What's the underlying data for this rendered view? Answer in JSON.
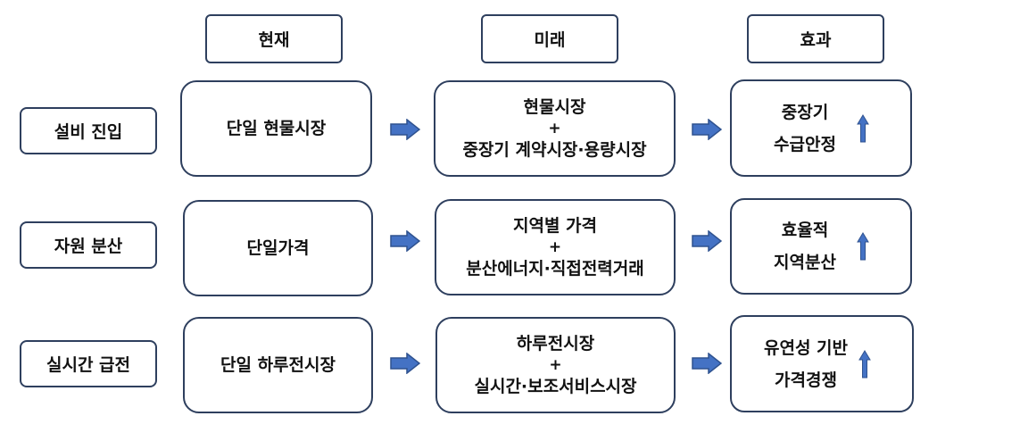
{
  "headers": {
    "current": "현재",
    "future": "미래",
    "effect": "효과"
  },
  "rows": [
    {
      "label": "설비 진입",
      "current": "단일 현물시장",
      "future": {
        "line1": "현물시장",
        "plus": "+",
        "line2": "중장기 계약시장·용량시장"
      },
      "effect": {
        "line1": "중장기",
        "line2": "수급안정"
      }
    },
    {
      "label": "자원 분산",
      "current": "단일가격",
      "future": {
        "line1": "지역별 가격",
        "plus": "+",
        "line2": "분산에너지·직접전력거래"
      },
      "effect": {
        "line1": "효율적",
        "line2": "지역분산"
      }
    },
    {
      "label": "실시간 급전",
      "current": "단일 하루전시장",
      "future": {
        "line1": "하루전시장",
        "plus": "+",
        "line2": "실시간·보조서비스시장"
      },
      "effect": {
        "line1": "유연성 기반",
        "line2": "가격경쟁"
      }
    }
  ],
  "colors": {
    "border": "#2e3f5e",
    "arrow": "#4472c4",
    "arrow_stroke": "#2f528f"
  },
  "icons": {
    "flow_arrow": "right-arrow-icon",
    "increase_arrow": "up-arrow-icon"
  }
}
